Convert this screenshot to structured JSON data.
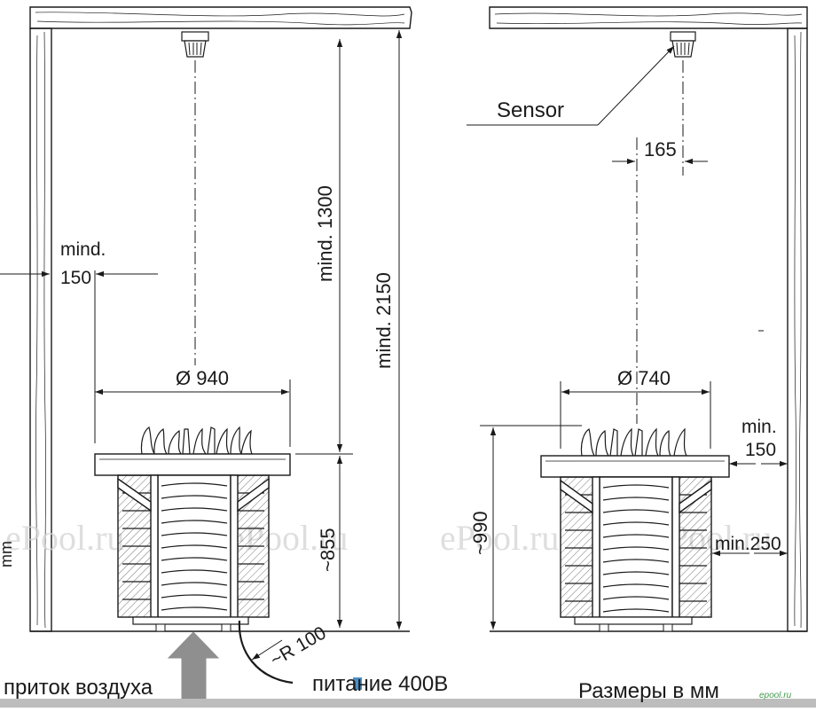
{
  "labels": {
    "sensor": "Sensor",
    "dim_165": "165",
    "mind": "mind.",
    "mind_150": "150",
    "mind_1300": "mind. 1300",
    "mind_2150": "mind. 2150",
    "dia_940": "Ø 940",
    "dia_740": "Ø 740",
    "min_150_top": "min.",
    "min_150_val": "150",
    "min_250": "min.250",
    "h_855": "~855",
    "h_990": "~990",
    "r_100": "~R 100",
    "mm_left": "mm",
    "air_supply": "приток воздуха",
    "power": "питание 400В",
    "dims_note": "Размеры в мм",
    "corner_logo": "epool.ru"
  },
  "watermarks": [
    "ePool.ru",
    "ePool.ru",
    "ePool.ru",
    "ePool.ru"
  ],
  "colors": {
    "line": "#1a1a1a",
    "arrow_fill": "#8f8f8f",
    "watermark": "#d4d4d4",
    "accent_blue": "#4a8fc4",
    "bottom_bar": "#bdbdbd",
    "corner_logo": "#3f9a4a"
  }
}
